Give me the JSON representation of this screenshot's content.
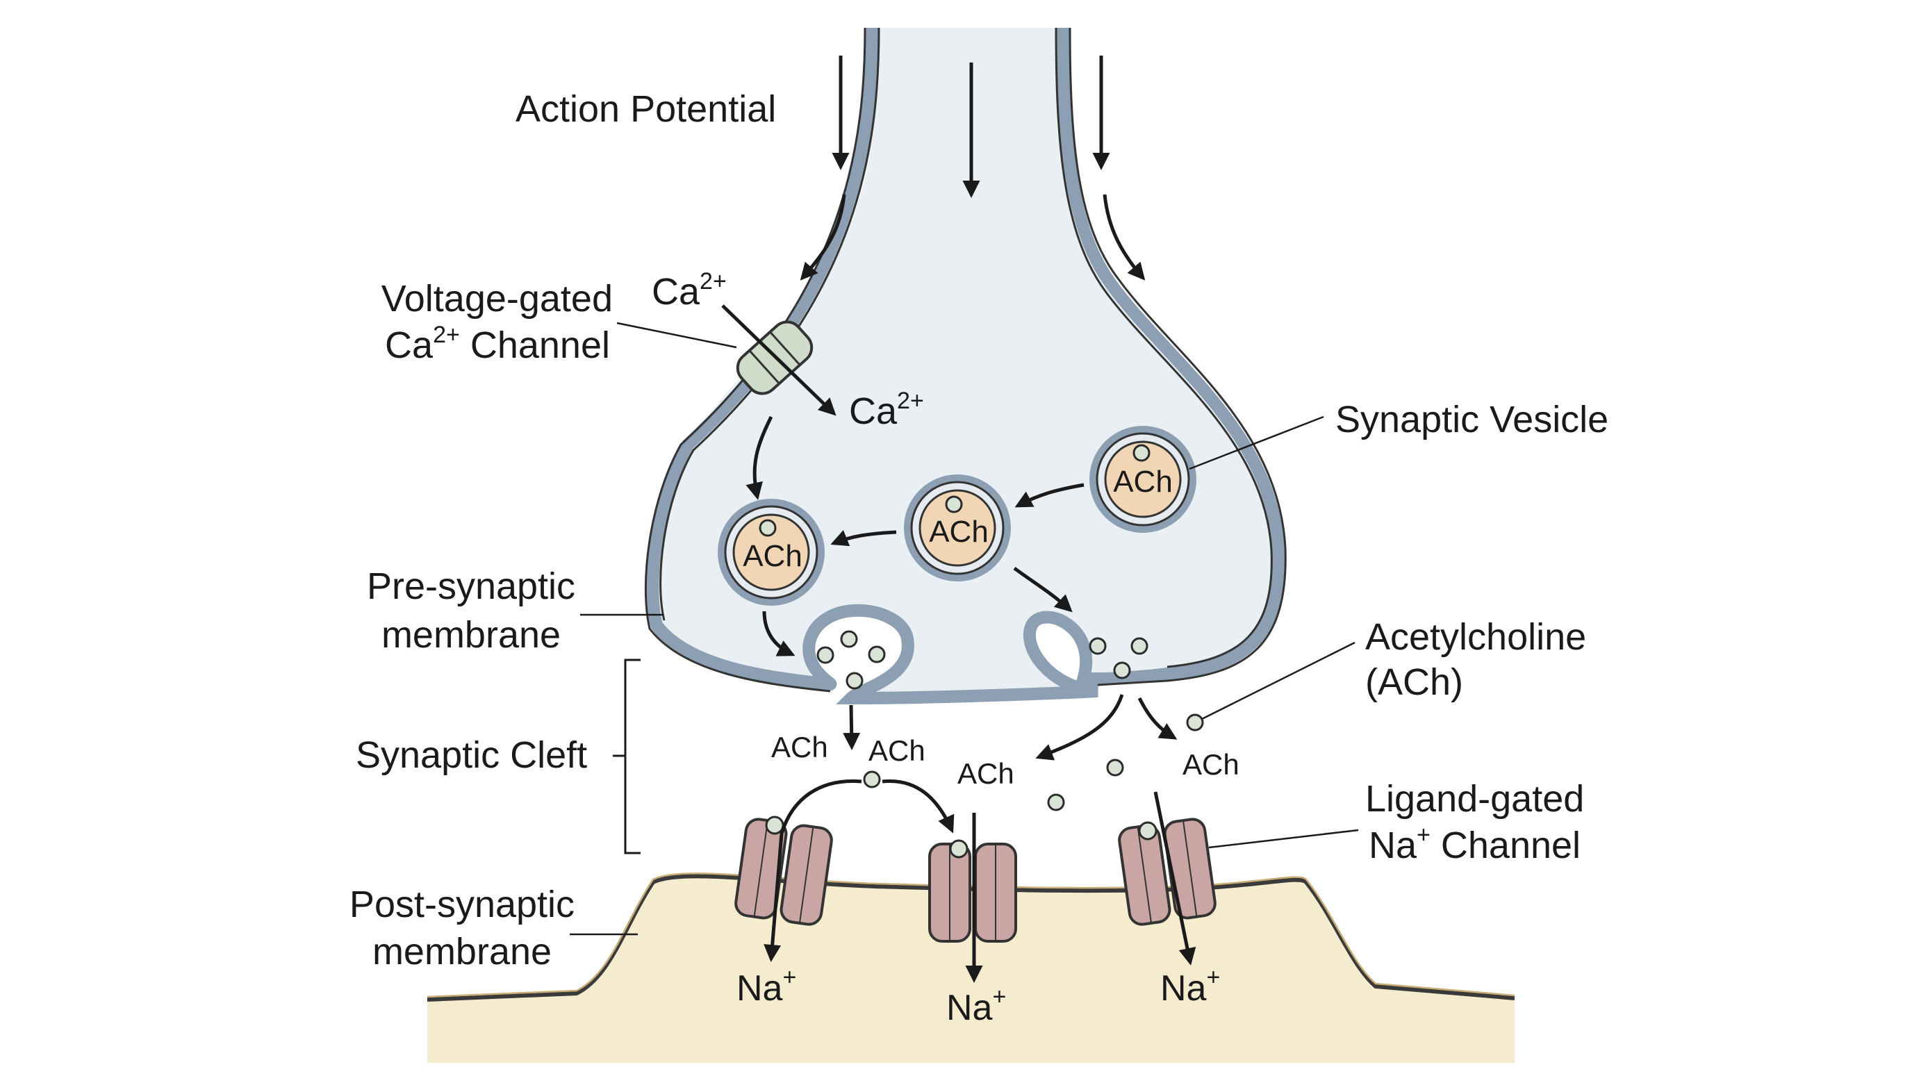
{
  "labels": {
    "action_potential": "Action Potential",
    "vg_channel_line1": "Voltage-gated",
    "vg_channel_line2_base": "Ca",
    "vg_channel_line2_sup": "2+",
    "vg_channel_line2_rest": " Channel",
    "ca_base": "Ca",
    "ca_sup": "2+",
    "synaptic_vesicle": "Synaptic Vesicle",
    "pre_line1": "Pre-synaptic",
    "pre_line2": "membrane",
    "acetylcholine_line1": "Acetylcholine",
    "acetylcholine_line2": "(ACh)",
    "synaptic_cleft": "Synaptic Cleft",
    "ligand_line1": "Ligand-gated",
    "ligand_line2_base": "Na",
    "ligand_line2_sup": "+",
    "ligand_line2_rest": " Channel",
    "post_line1": "Post-synaptic",
    "post_line2": "membrane",
    "ach": "ACh",
    "na_base": "Na",
    "na_sup": "+"
  },
  "colors": {
    "terminal_fill": "#eaeff3",
    "membrane_stroke": "#8d9fb3",
    "vesicle_inner": "#f1d6b5",
    "post_fill": "#f5ecd0",
    "post_stroke": "#c9ad78",
    "channel_ca": "#cfdcc9",
    "channel_na": "#c9a5a3"
  }
}
